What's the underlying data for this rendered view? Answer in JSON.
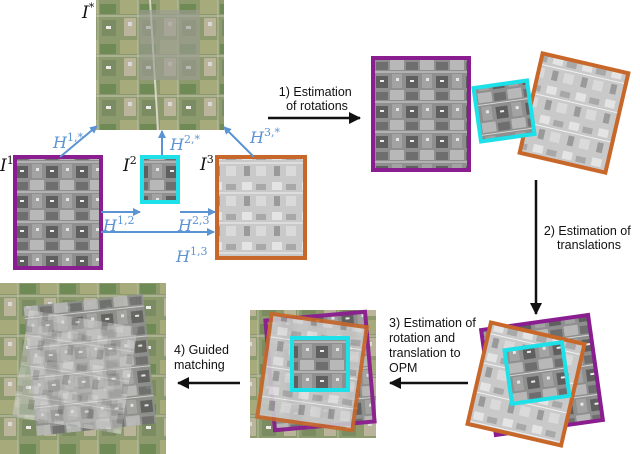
{
  "colors": {
    "purple": "#8a1d8f",
    "cyan": "#1de0e8",
    "orange": "#c8672a",
    "homography_blue": "#5b93d3",
    "arrow_black": "#111111"
  },
  "image_labels": {
    "ref": {
      "base": "I",
      "sup": "*"
    },
    "img1": {
      "base": "I",
      "sup": "1"
    },
    "img2": {
      "base": "I",
      "sup": "2"
    },
    "img3": {
      "base": "I",
      "sup": "3"
    }
  },
  "homographies": {
    "h1_star": {
      "base": "H",
      "sup": "1,*"
    },
    "h2_star": {
      "base": "H",
      "sup": "2,*"
    },
    "h3_star": {
      "base": "H",
      "sup": "3,*"
    },
    "h12": {
      "base": "H",
      "sup": "1,2"
    },
    "h23": {
      "base": "H",
      "sup": "2,3"
    },
    "h13": {
      "base": "H",
      "sup": "1,3"
    }
  },
  "steps": {
    "step1": [
      "1) Estimation",
      "of rotations"
    ],
    "step2": [
      "2) Estimation of",
      "translations"
    ],
    "step3": [
      "3) Estimation of",
      "rotation and",
      "translation to",
      "OPM"
    ],
    "step4": [
      "4) Guided",
      "matching"
    ]
  }
}
